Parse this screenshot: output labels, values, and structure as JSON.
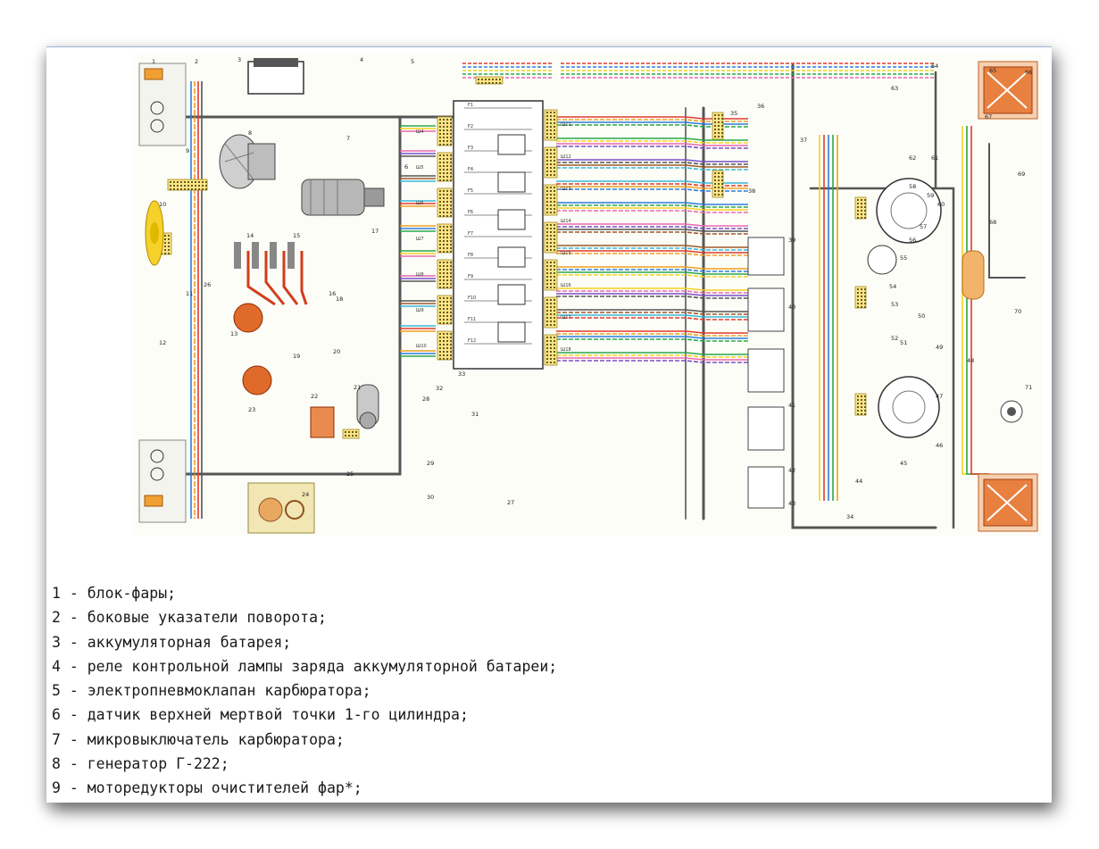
{
  "diagram": {
    "component_numbers": [
      "1",
      "2",
      "3",
      "4",
      "5",
      "6",
      "7",
      "8",
      "9",
      "10",
      "11",
      "12",
      "13",
      "14",
      "15",
      "16",
      "17",
      "18",
      "19",
      "20",
      "21",
      "22",
      "23",
      "24",
      "25",
      "26",
      "27",
      "28",
      "29",
      "30",
      "31",
      "32",
      "33",
      "34",
      "35",
      "36",
      "37",
      "38",
      "39",
      "40",
      "41",
      "42",
      "43",
      "44",
      "45",
      "46",
      "47",
      "48",
      "49",
      "50",
      "51",
      "52",
      "53",
      "54",
      "55",
      "56",
      "57",
      "58",
      "59",
      "60",
      "61",
      "62",
      "63",
      "64",
      "65",
      "66",
      "67",
      "68",
      "69",
      "70",
      "71"
    ],
    "connector_labels": [
      "Ш4",
      "Ш5",
      "Ш6",
      "Ш7",
      "Ш8",
      "Ш9",
      "Ш10",
      "Ш11",
      "Ш12",
      "Ш13",
      "Ш14",
      "Ш15",
      "Ш16",
      "Ш17",
      "Ш18"
    ],
    "fuse_labels": [
      "F1",
      "F2",
      "F3",
      "F4",
      "F5",
      "F6",
      "F7",
      "F8",
      "F9",
      "F10",
      "F11",
      "F12"
    ]
  },
  "legend": {
    "items": [
      "1 - блок-фары;",
      "2 - боковые указатели поворота;",
      "3 - аккумуляторная батарея;",
      "4 - реле контрольной лампы заряда аккумуляторной батареи;",
      "5 - электропневмоклапан карбюратора;",
      "6 - датчик верхней мертвой точки 1-го цилиндра;",
      "7 - микровыключатель карбюратора;",
      "8 - генератор Г-222;",
      "9 - моторедукторы очистителей фар*;"
    ]
  }
}
